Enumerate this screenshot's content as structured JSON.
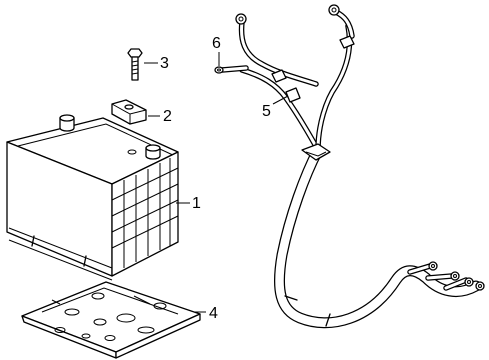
{
  "callouts": [
    {
      "id": "battery",
      "label": "1"
    },
    {
      "id": "hold-down-retainer",
      "label": "2"
    },
    {
      "id": "bolt",
      "label": "3"
    },
    {
      "id": "battery-tray",
      "label": "4"
    },
    {
      "id": "cable-harness",
      "label": "5"
    },
    {
      "id": "ground-eyelet",
      "label": "6"
    }
  ]
}
